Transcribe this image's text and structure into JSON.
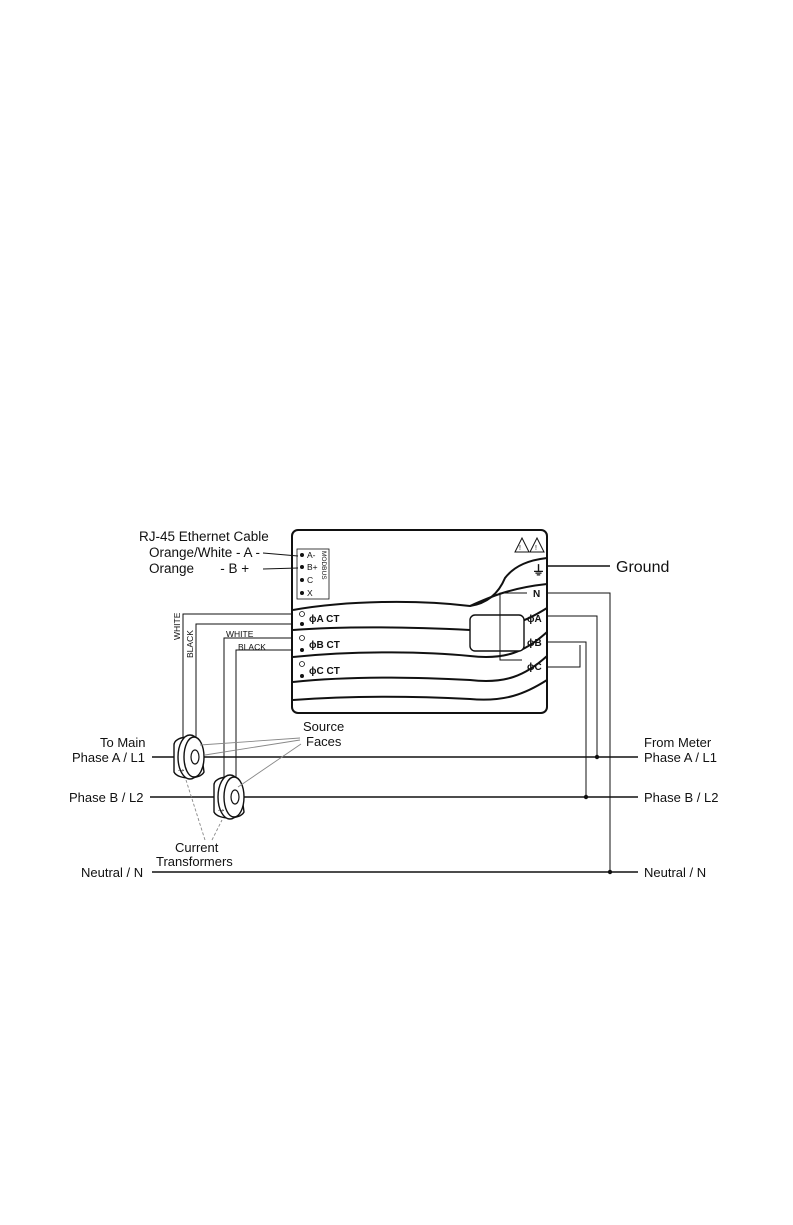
{
  "labels": {
    "rj45_title": "RJ-45 Ethernet Cable",
    "rj45_orange_white": "Orange/White - A -",
    "rj45_orange": "Orange       - B +",
    "ground": "Ground",
    "to_main": "To Main",
    "phase_a_left": "Phase A / L1",
    "phase_b_left": "Phase B / L2",
    "neutral_left": "Neutral / N",
    "from_meter": "From Meter",
    "phase_a_right": "Phase A / L1",
    "phase_b_right": "Phase B / L2",
    "neutral_right": "Neutral / N",
    "source_faces_1": "Source",
    "source_faces_2": "Faces",
    "current_transformers_1": "Current",
    "current_transformers_2": "Transformers",
    "wire_white_1": "WHITE",
    "wire_black_1": "BLACK",
    "wire_white_2": "WHITE",
    "wire_black_2": "BLACK"
  },
  "meter": {
    "modbus_pins": [
      "A-",
      "B+",
      "C",
      "X"
    ],
    "modbus_label": "MODBUS",
    "ct_a": "ϕA  CT",
    "ct_b": "ϕB  CT",
    "ct_c": "ϕC  CT",
    "neutral_terminal": "N",
    "phase_a_terminal": "ϕA",
    "phase_b_terminal": "ϕB",
    "phase_c_terminal": "ϕC",
    "ground_symbol": "⏚"
  }
}
